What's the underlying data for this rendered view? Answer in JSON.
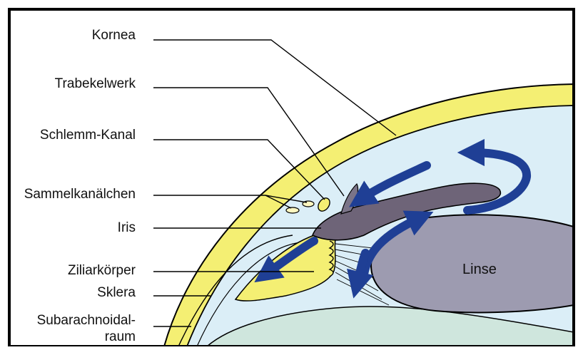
{
  "labels": {
    "kornea": "Kornea",
    "trabekelwerk": "Trabekelwerk",
    "schlemm": "Schlemm-Kanal",
    "sammel": "Sammelkanälchen",
    "iris": "Iris",
    "ziliar": "Ziliarkörper",
    "sklera": "Sklera",
    "subarach_1": "Subarachnoidal-",
    "subarach_2": "raum",
    "linse": "Linse"
  },
  "colors": {
    "sclera": "#f4ef73",
    "aqueous": "#dbeef7",
    "vitreous": "#cfe6dd",
    "iris": "#6e6478",
    "lens": "#9d9bb0",
    "arrow": "#1f3f95",
    "border": "#000000"
  },
  "icons": [
    "flow-arrow-icon"
  ]
}
